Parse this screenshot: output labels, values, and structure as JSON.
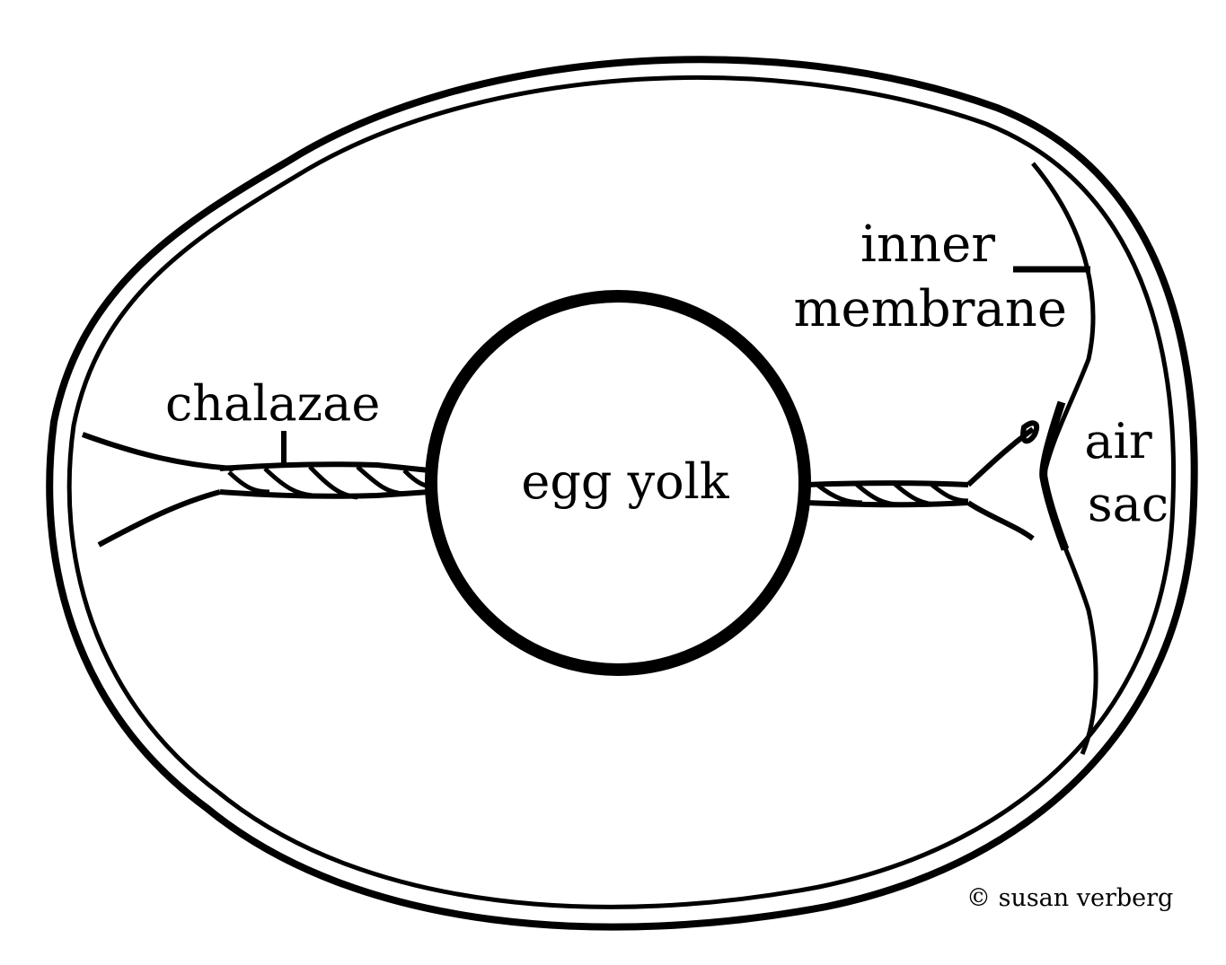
{
  "labels": {
    "inner_line1": "inner",
    "inner_line2": "membrane",
    "chalazae": "chalazae",
    "yolk": "egg yolk",
    "air_line1": "air",
    "air_line2": "sac",
    "copyright": "© susan verberg"
  },
  "colors": {
    "ink": "#000000",
    "background": "#ffffff"
  }
}
